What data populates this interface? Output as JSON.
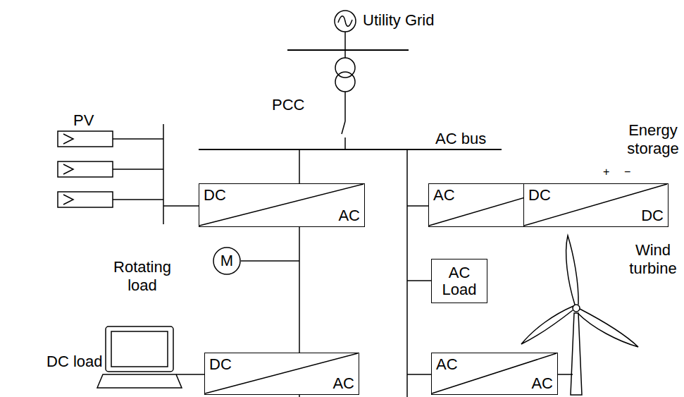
{
  "diagram": {
    "nodes": [
      {
        "text": [
          "DC",
          "AC"
        ]
      },
      {
        "text": [
          "AC",
          "DC"
        ]
      },
      {
        "text": [
          "DC",
          "DC"
        ]
      },
      {
        "text": [
          "M"
        ]
      },
      {
        "text": [
          "AC Load"
        ]
      },
      {
        "text": [
          "DC",
          "AC"
        ]
      },
      {
        "text": [
          "AC",
          "AC"
        ]
      }
    ],
    "edges": [
      {
        "from": 1,
        "to": 2,
        "arrow": "none"
      }
    ],
    "labels": [
      "Utility Grid",
      "PCC",
      "AC bus",
      "Energy storage",
      "+",
      "−",
      "PV",
      "Rotating load",
      "Wind turbine",
      "DC load"
    ]
  }
}
